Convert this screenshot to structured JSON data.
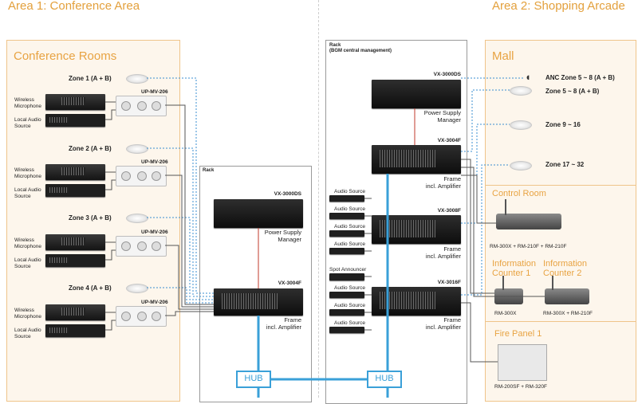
{
  "area1": {
    "title": "Area 1: Conference Area"
  },
  "area2": {
    "title": "Area 2: Shopping Arcade"
  },
  "conference": {
    "panel_title": "Conference Rooms",
    "zones": [
      {
        "zone": "Zone 1 (A + B)",
        "panel_model": "UP-MV-206",
        "mic_label": "Wireless\nMicrophone",
        "src_label": "Local Audio\nSource"
      },
      {
        "zone": "Zone 2 (A + B)",
        "panel_model": "UP-MV-206",
        "mic_label": "Wireless\nMicrophone",
        "src_label": "Local Audio\nSource"
      },
      {
        "zone": "Zone 3 (A + B)",
        "panel_model": "UP-MV-206",
        "mic_label": "Wireless\nMicrophone",
        "src_label": "Local Audio\nSource"
      },
      {
        "zone": "Zone 4 (A + B)",
        "panel_model": "UP-MV-206",
        "mic_label": "Wireless\nMicrophone",
        "src_label": "Local Audio\nSource"
      }
    ]
  },
  "rack1": {
    "title": "Rack",
    "psu_model": "VX-3000DS",
    "psu_label": "Power Supply\nManager",
    "frame_model": "VX-3004F",
    "frame_label": "Frame\nincl. Amplifier"
  },
  "rack2": {
    "title": "Rack\n(BGM central management)",
    "psu_model": "VX-3000DS",
    "psu_label": "Power Supply\nManager",
    "frames": [
      {
        "model": "VX-3004F",
        "label": "Frame\nincl. Amplifier"
      },
      {
        "model": "VX-3008F",
        "label": "Frame\nincl. Amplifier"
      },
      {
        "model": "VX-3016F",
        "label": "Frame\nincl. Amplifier"
      }
    ],
    "sources": [
      "Audio Source",
      "Audio Source",
      "Audio Source",
      "Audio Source",
      "Spot Announcer",
      "Audio Source",
      "Audio Source",
      "Audio Source"
    ]
  },
  "hub": {
    "label1": "HUB",
    "label2": "HUB"
  },
  "mall": {
    "title": "Mall",
    "zones": [
      "ANC Zone 5 ~ 8 (A + B)",
      "Zone 5 ~ 8 (A + B)",
      "Zone 9 ~ 16",
      "Zone 17 ~ 32"
    ]
  },
  "control_room": {
    "title": "Control Room",
    "model": "RM-300X + RM-210F + RM-210F"
  },
  "info1": {
    "title": "Information\nCounter 1",
    "model": "RM-300X"
  },
  "info2": {
    "title": "Information\nCounter 2",
    "model": "RM-300X + RM-210F"
  },
  "fire": {
    "title": "Fire Panel 1",
    "model": "RM-200SF + RM-320F"
  },
  "colors": {
    "accent": "#e8a342",
    "network": "#3aa0d8",
    "speaker_line": "#3b8fd0",
    "power_line": "#c0392b"
  }
}
